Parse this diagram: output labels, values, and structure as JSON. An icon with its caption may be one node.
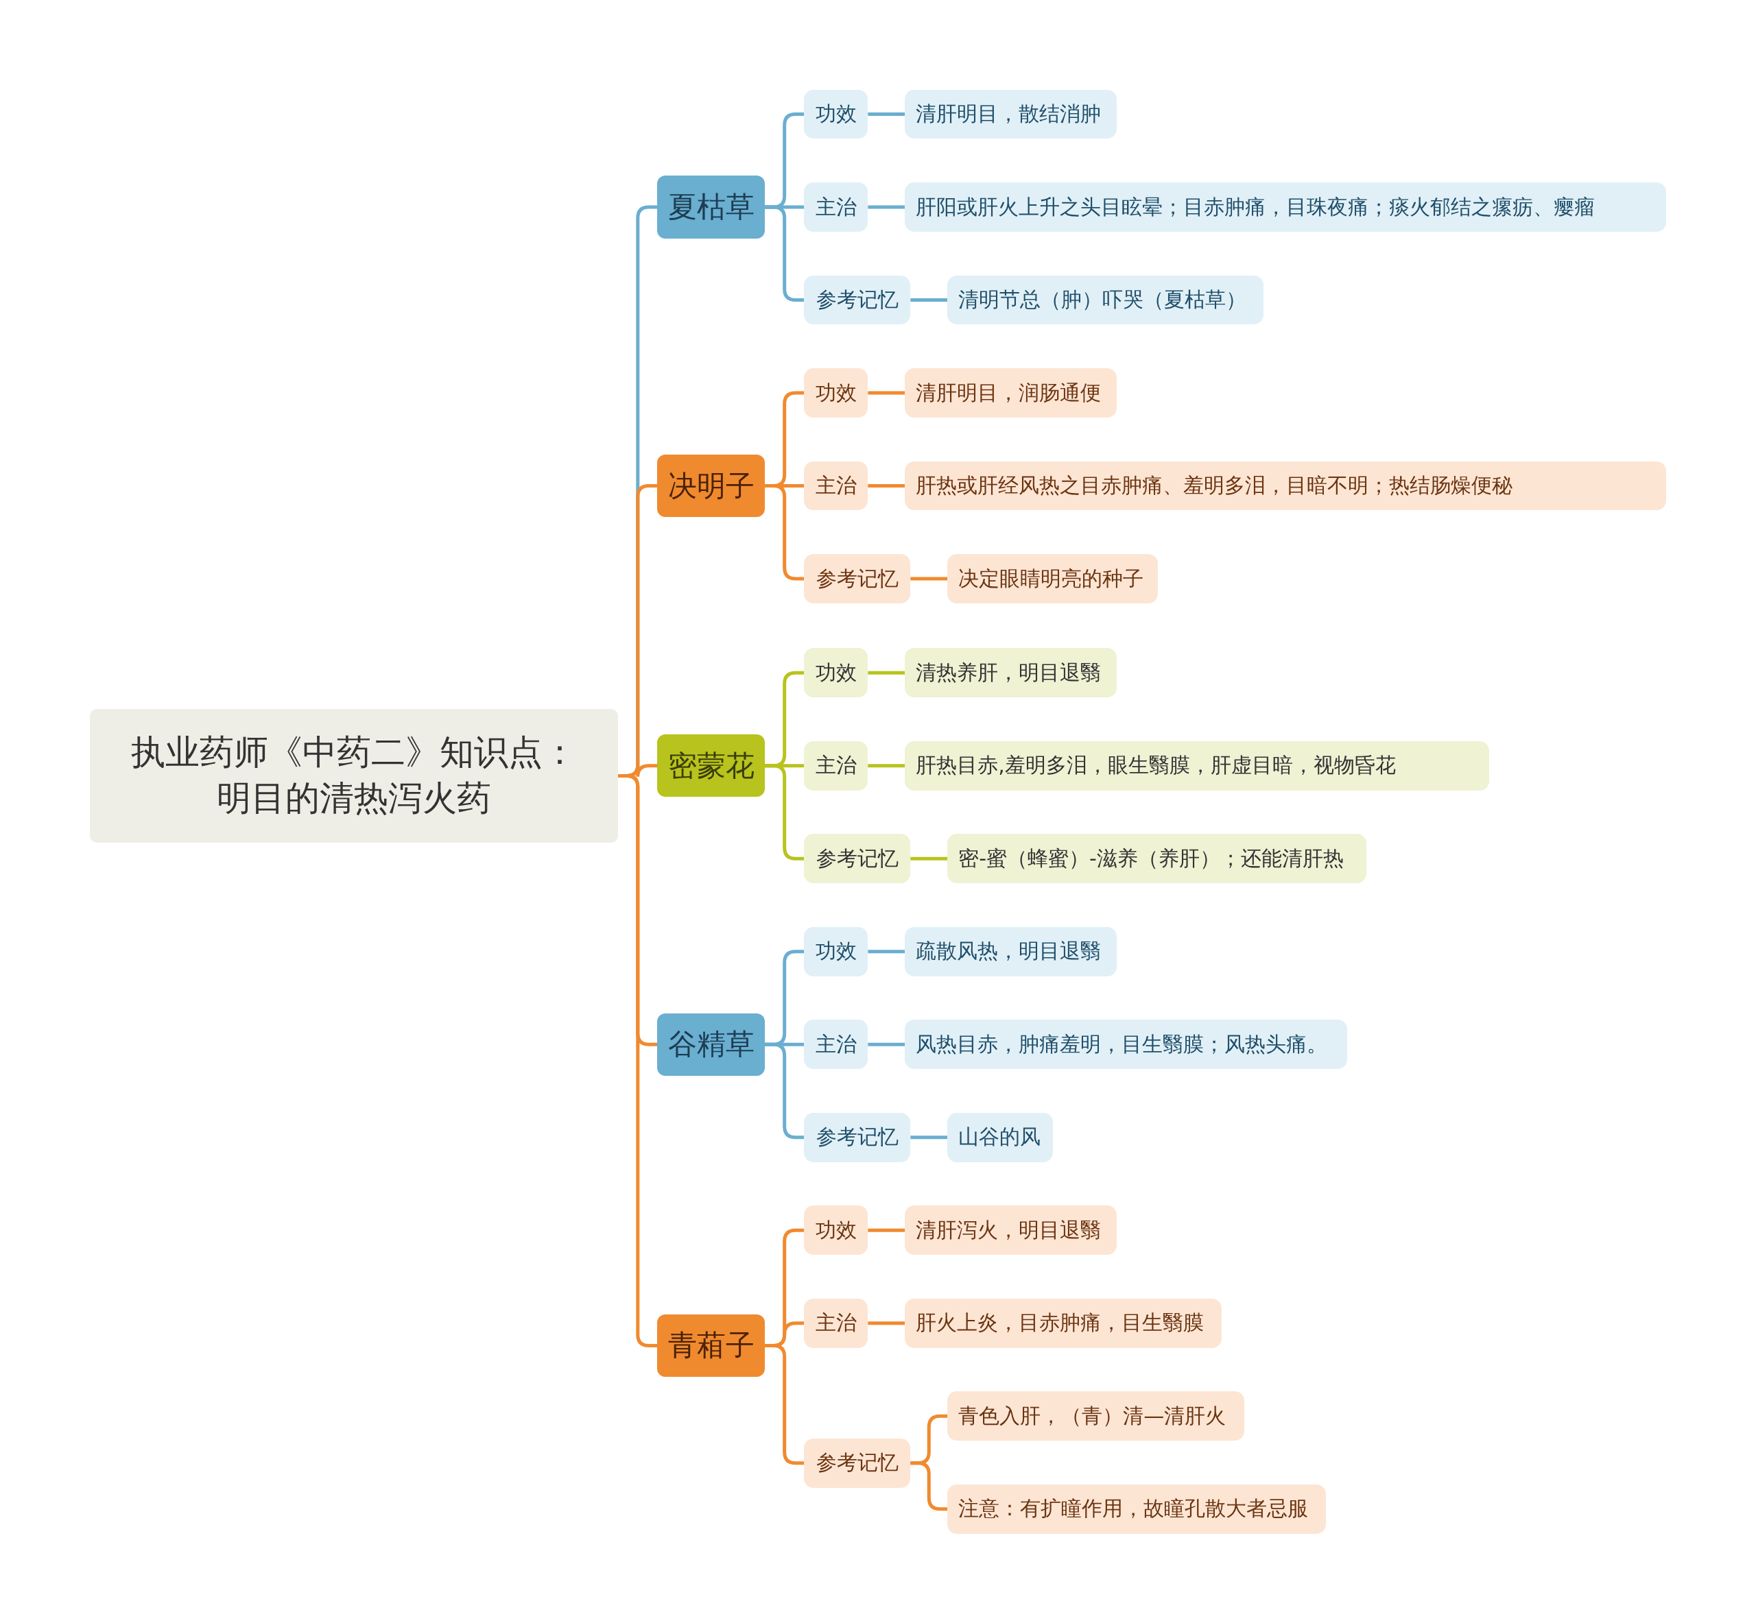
{
  "diagram": {
    "nodes": [
      {
        "text": [
          "执业药师《中药二》知识点：明目的清热泻火药"
        ]
      },
      {
        "text": [
          "夏枯草"
        ]
      },
      {
        "text": [
          "功效"
        ]
      },
      {
        "text": [
          "清肝明目，散结消肿"
        ]
      },
      {
        "text": [
          "主治"
        ]
      },
      {
        "text": [
          "肝阳或肝火上升之头目眩晕；目赤肿痛，目珠夜痛；痰火郁结之瘰疬、瘿瘤"
        ]
      },
      {
        "text": [
          "参考记忆"
        ]
      },
      {
        "text": [
          "清明节总（肿）吓哭（夏枯草）"
        ]
      },
      {
        "text": [
          "决明子"
        ]
      },
      {
        "text": [
          "功效"
        ]
      },
      {
        "text": [
          "清肝明目，润肠通便"
        ]
      },
      {
        "text": [
          "主治"
        ]
      },
      {
        "text": [
          "肝热或肝经风热之目赤肿痛、羞明多泪，目暗不明；热结肠燥便秘"
        ]
      },
      {
        "text": [
          "参考记忆"
        ]
      },
      {
        "text": [
          "决定眼睛明亮的种子"
        ]
      },
      {
        "text": [
          "密蒙花"
        ]
      },
      {
        "text": [
          "功效"
        ]
      },
      {
        "text": [
          "清热养肝，明目退翳"
        ]
      },
      {
        "text": [
          "主治"
        ]
      },
      {
        "text": [
          "肝热目赤,羞明多泪，眼生翳膜，肝虚目暗，视物昏花"
        ]
      },
      {
        "text": [
          "参考记忆"
        ]
      },
      {
        "text": [
          "密-蜜（蜂蜜）-滋养（养肝）；还能清肝热"
        ]
      },
      {
        "text": [
          "谷精草"
        ]
      },
      {
        "text": [
          "功效"
        ]
      },
      {
        "text": [
          "疏散风热，明目退翳"
        ]
      },
      {
        "text": [
          "主治"
        ]
      },
      {
        "text": [
          "风热目赤，肿痛羞明，目生翳膜；风热头痛。"
        ]
      },
      {
        "text": [
          "参考记忆"
        ]
      },
      {
        "text": [
          "山谷的风"
        ]
      },
      {
        "text": [
          "青葙子"
        ]
      },
      {
        "text": [
          "功效"
        ]
      },
      {
        "text": [
          "清肝泻火，明目退翳"
        ]
      },
      {
        "text": [
          "主治"
        ]
      },
      {
        "text": [
          "肝火上炎，目赤肿痛，目生翳膜"
        ]
      },
      {
        "text": [
          "参考记忆"
        ]
      },
      {
        "text": [
          "青色入肝，（青）清—清肝火"
        ]
      },
      {
        "text": [
          "注意：有扩瞳作用，故瞳孔散大者忌服"
        ]
      }
    ],
    "edges": [
      {
        "from": 0,
        "to": 1,
        "arrow": "none",
        "color": "#6aaed0"
      },
      {
        "from": 1,
        "to": 2,
        "arrow": "none",
        "color": "#6aaed0"
      },
      {
        "from": 2,
        "to": 3,
        "arrow": "none",
        "color": "#6aaed0"
      },
      {
        "from": 1,
        "to": 4,
        "arrow": "none",
        "color": "#6aaed0"
      },
      {
        "from": 4,
        "to": 5,
        "arrow": "none",
        "color": "#6aaed0"
      },
      {
        "from": 1,
        "to": 6,
        "arrow": "none",
        "color": "#6aaed0"
      },
      {
        "from": 6,
        "to": 7,
        "arrow": "none",
        "color": "#6aaed0"
      },
      {
        "from": 0,
        "to": 8,
        "arrow": "none"
      },
      {
        "from": 8,
        "to": 9,
        "arrow": "none"
      },
      {
        "from": 9,
        "to": 10,
        "arrow": "none"
      },
      {
        "from": 8,
        "to": 11,
        "arrow": "none"
      },
      {
        "from": 11,
        "to": 12,
        "arrow": "none"
      },
      {
        "from": 8,
        "to": 13,
        "arrow": "none"
      },
      {
        "from": 13,
        "to": 14,
        "arrow": "none"
      },
      {
        "from": 0,
        "to": 15,
        "arrow": "none"
      },
      {
        "from": 15,
        "to": 16,
        "arrow": "none",
        "color": "#b8c31d"
      },
      {
        "from": 16,
        "to": 17,
        "arrow": "none",
        "color": "#b8c31d"
      },
      {
        "from": 15,
        "to": 18,
        "arrow": "none",
        "color": "#b8c31d"
      },
      {
        "from": 18,
        "to": 19,
        "arrow": "none",
        "color": "#b8c31d"
      },
      {
        "from": 15,
        "to": 20,
        "arrow": "none",
        "color": "#b8c31d"
      },
      {
        "from": 20,
        "to": 21,
        "arrow": "none",
        "color": "#b8c31d"
      },
      {
        "from": 0,
        "to": 22,
        "arrow": "none"
      },
      {
        "from": 22,
        "to": 23,
        "arrow": "none",
        "color": "#6aaed0"
      },
      {
        "from": 23,
        "to": 24,
        "arrow": "none",
        "color": "#6aaed0"
      },
      {
        "from": 22,
        "to": 25,
        "arrow": "none",
        "color": "#6aaed0"
      },
      {
        "from": 25,
        "to": 26,
        "arrow": "none",
        "color": "#6aaed0"
      },
      {
        "from": 22,
        "to": 27,
        "arrow": "none",
        "color": "#6aaed0"
      },
      {
        "from": 27,
        "to": 28,
        "arrow": "none",
        "color": "#6aaed0"
      },
      {
        "from": 0,
        "to": 29,
        "arrow": "none"
      },
      {
        "from": 29,
        "to": 30,
        "arrow": "none"
      },
      {
        "from": 30,
        "to": 31,
        "arrow": "none"
      },
      {
        "from": 29,
        "to": 32,
        "arrow": "none"
      },
      {
        "from": 32,
        "to": 33,
        "arrow": "none"
      },
      {
        "from": 29,
        "to": 34,
        "arrow": "none"
      },
      {
        "from": 34,
        "to": 35,
        "arrow": "none"
      },
      {
        "from": 34,
        "to": 36,
        "arrow": "none"
      }
    ]
  }
}
